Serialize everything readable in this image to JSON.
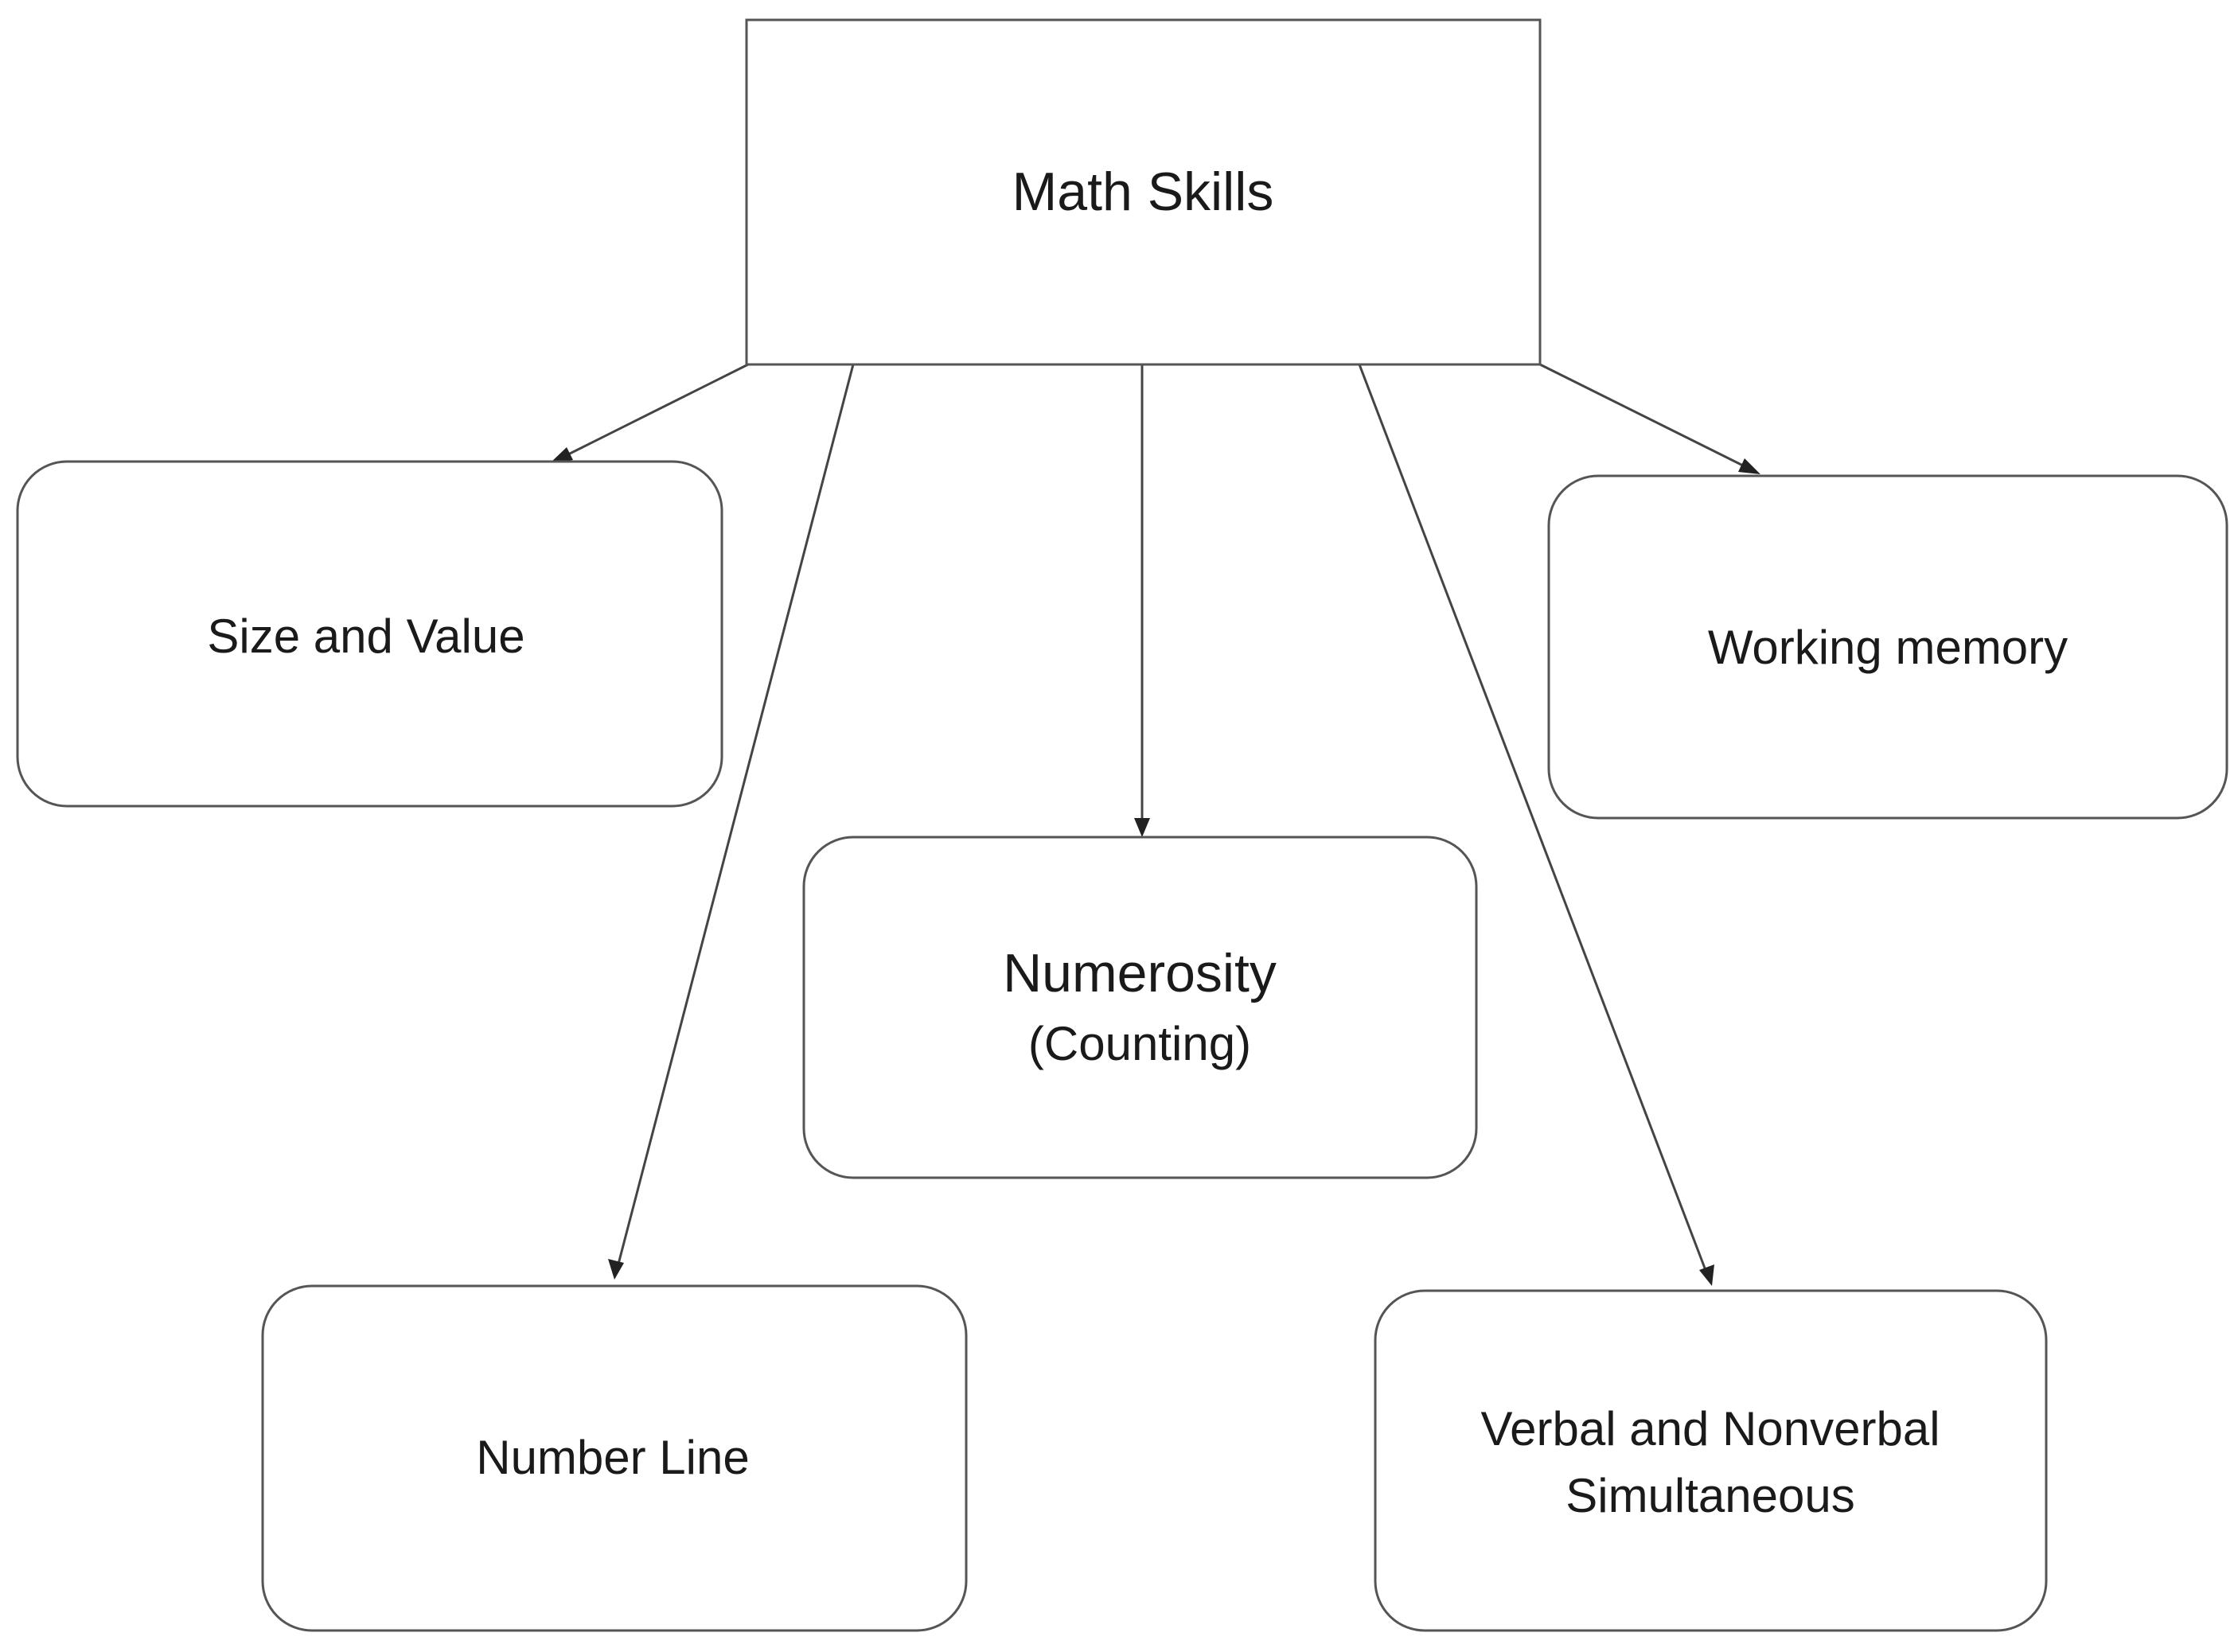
{
  "diagram": {
    "root": {
      "label": "Math Skills"
    },
    "children": [
      {
        "id": "size",
        "lines": [
          "Size and Value"
        ]
      },
      {
        "id": "numberline",
        "lines": [
          "Number Line"
        ]
      },
      {
        "id": "numerosity",
        "lines": [
          "Numerosity",
          "(Counting)"
        ]
      },
      {
        "id": "verbal",
        "lines": [
          "Verbal and Nonverbal",
          "Simultaneous"
        ]
      },
      {
        "id": "working",
        "lines": [
          "Working memory"
        ]
      }
    ],
    "colors": {
      "stroke": "#555555",
      "text": "#1a1a1a",
      "background": "#ffffff"
    }
  }
}
